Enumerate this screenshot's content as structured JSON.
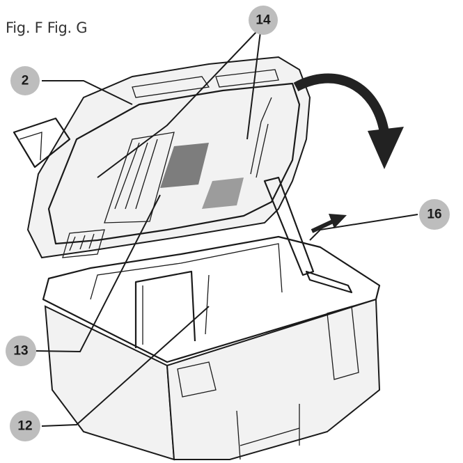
{
  "caption": "Fig. F Fig. G",
  "callouts": [
    {
      "id": "2",
      "label": "2"
    },
    {
      "id": "14",
      "label": "14"
    },
    {
      "id": "16",
      "label": "16"
    },
    {
      "id": "13",
      "label": "13"
    },
    {
      "id": "12",
      "label": "12"
    }
  ],
  "colors": {
    "callout_fill": "#bdbdbd",
    "line": "#1a1a1a",
    "arrow": "#222222"
  }
}
